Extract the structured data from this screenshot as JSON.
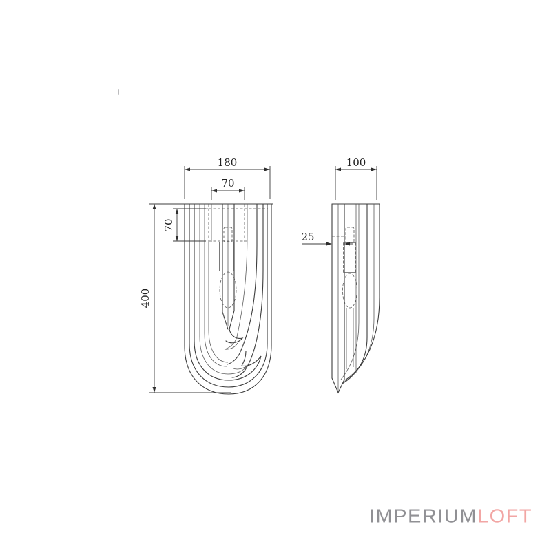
{
  "page": {
    "background_color": "#ffffff",
    "line_color": "#3c3c3c"
  },
  "dimensions": {
    "front_width": "180",
    "front_inner_width": "70",
    "front_upper_height": "70",
    "front_height": "400",
    "side_depth": "100",
    "side_socket_offset": "25"
  },
  "branding": {
    "logo_primary": "IMPERIUM",
    "logo_accent": "LOFT",
    "logo_primary_color": "#909094",
    "logo_accent_color": "#f2a6a4"
  }
}
